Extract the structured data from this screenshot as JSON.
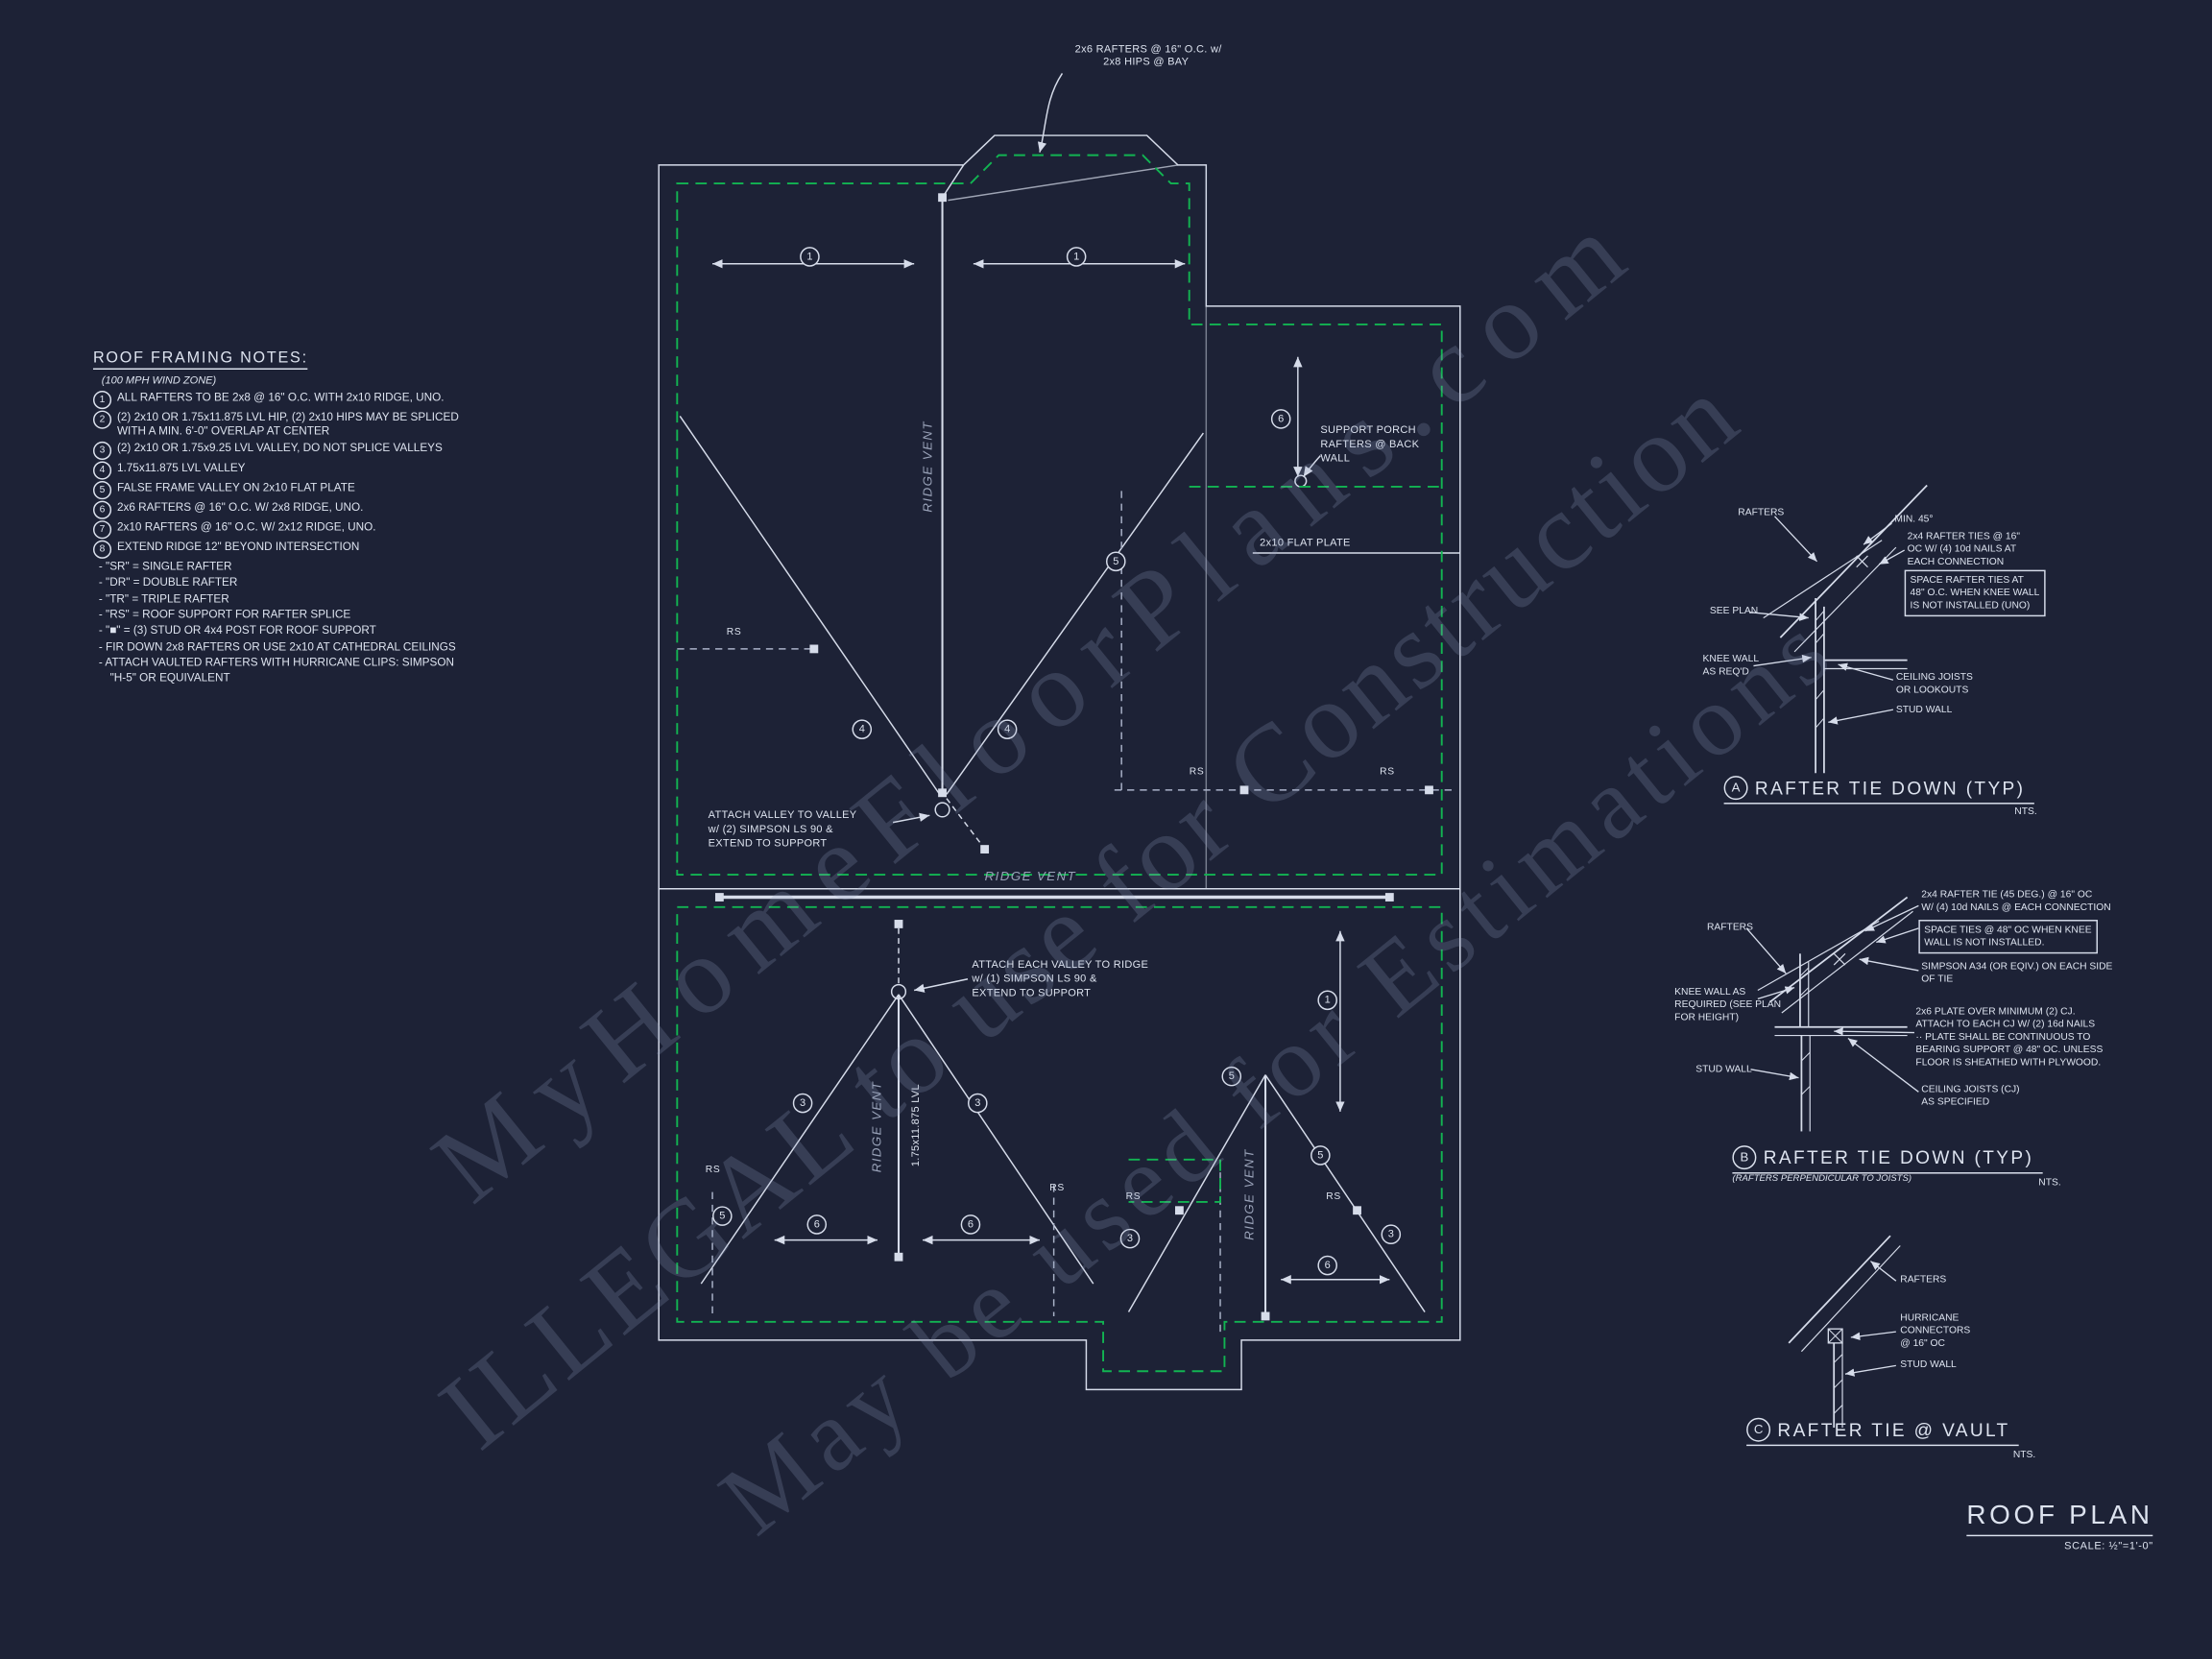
{
  "colors": {
    "background": "#1d2236",
    "line": "#d6dcea",
    "green": "#12b452",
    "text": "#dde3ef",
    "muted": "#99a2b8"
  },
  "watermark": {
    "line1": "MyHomeFloorPlans.com",
    "line2": "ILLEGAL to use for Construction",
    "line3": "May be used for Estimations"
  },
  "notes": {
    "title": "ROOF FRAMING NOTES:",
    "wind_zone": "(100 MPH WIND ZONE)",
    "numbered": [
      {
        "n": "1",
        "text": "ALL RAFTERS TO BE 2x8 @ 16\" O.C. WITH 2x10 RIDGE, UNO."
      },
      {
        "n": "2",
        "text": "(2) 2x10 OR 1.75x11.875 LVL HIP, (2) 2x10 HIPS MAY BE SPLICED WITH A MIN. 6'-0\" OVERLAP AT CENTER"
      },
      {
        "n": "3",
        "text": "(2) 2x10 OR 1.75x9.25 LVL VALLEY, DO NOT SPLICE VALLEYS"
      },
      {
        "n": "4",
        "text": "1.75x11.875 LVL VALLEY"
      },
      {
        "n": "5",
        "text": "FALSE FRAME VALLEY ON 2x10 FLAT PLATE"
      },
      {
        "n": "6",
        "text": "2x6 RAFTERS @ 16\" O.C. W/ 2x8 RIDGE, UNO."
      },
      {
        "n": "7",
        "text": "2x10 RAFTERS @ 16\" O.C. W/ 2x12 RIDGE, UNO."
      },
      {
        "n": "8",
        "text": "EXTEND RIDGE 12\" BEYOND INTERSECTION"
      }
    ],
    "dashed": [
      "- \"SR\" = SINGLE RAFTER",
      "- \"DR\" = DOUBLE RAFTER",
      "- \"TR\" = TRIPLE RAFTER",
      "- \"RS\" = ROOF SUPPORT FOR RAFTER SPLICE",
      "- \"■\" = (3) STUD OR 4x4 POST FOR ROOF SUPPORT",
      "- FIR DOWN 2x8 RAFTERS OR USE 2x10 AT CATHEDRAL CEILINGS",
      "- ATTACH VAULTED RAFTERS WITH HURRICANE CLIPS: SIMPSON \"H-5\" OR EQUIVALENT"
    ]
  },
  "plan": {
    "callout_line1": "2x6 RAFTERS @ 16\" O.C. w/",
    "callout_line2": "2x8 HIPS @ BAY",
    "ridge_vent": "RIDGE VENT",
    "lvl_label": "1.75x11.875 LVL",
    "flat_plate": "2x10 FLAT PLATE",
    "rs": "RS",
    "support_porch": [
      "SUPPORT PORCH",
      "RAFTERS @ BACK",
      "WALL"
    ],
    "valley_to_valley": [
      "ATTACH VALLEY TO VALLEY",
      "w/ (2) SIMPSON LS 90 &",
      "EXTEND TO SUPPORT"
    ],
    "valley_to_ridge": [
      "ATTACH EACH VALLEY TO RIDGE",
      "w/ (1) SIMPSON LS 90 &",
      "EXTEND TO SUPPORT"
    ],
    "markers": [
      "1",
      "1",
      "6",
      "5",
      "4",
      "4",
      "3",
      "3",
      "5",
      "6",
      "6",
      "5",
      "1",
      "3",
      "3",
      "6",
      "5"
    ]
  },
  "details": {
    "a": {
      "letter": "A",
      "title": "RAFTER TIE DOWN (TYP)",
      "nts": "NTS.",
      "rafters": "RAFTERS",
      "min45": "MIN. 45°",
      "ties": [
        "2x4 RAFTER TIES @ 16\"",
        "OC W/ (4) 10d NAILS AT",
        "EACH CONNECTION"
      ],
      "box": [
        "SPACE RAFTER TIES AT",
        "48\" O.C. WHEN KNEE WALL",
        "IS NOT INSTALLED (UNO)"
      ],
      "see_plan": "SEE PLAN",
      "knee_wall": [
        "KNEE WALL",
        "AS REQ'D"
      ],
      "ceiling": [
        "CEILING JOISTS",
        "OR LOOKOUTS"
      ],
      "stud_wall": "STUD WALL"
    },
    "b": {
      "letter": "B",
      "title": "RAFTER TIE DOWN (TYP)",
      "subtitle": "(RAFTERS PERPENDICULAR TO JOISTS)",
      "nts": "NTS.",
      "tie": [
        "2x4 RAFTER TIE (45 DEG.) @ 16\" OC",
        "W/ (4) 10d NAILS @ EACH CONNECTION"
      ],
      "box": [
        "SPACE TIES @ 48\" OC WHEN KNEE",
        "WALL IS NOT INSTALLED."
      ],
      "rafters": "RAFTERS",
      "simpson": [
        "SIMPSON A34 (OR EQIV.) ON EACH SIDE",
        "OF TIE"
      ],
      "knee_wall": [
        "KNEE WALL AS",
        "REQUIRED (SEE PLAN",
        "FOR HEIGHT)"
      ],
      "plate": [
        "2x6 PLATE OVER MINIMUM (2) CJ.",
        "ATTACH TO EACH CJ W/ (2) 16d NAILS",
        "·· PLATE SHALL BE CONTINUOUS TO",
        "BEARING SUPPORT @ 48\" OC. UNLESS",
        "FLOOR IS SHEATHED WITH PLYWOOD."
      ],
      "stud_wall": "STUD WALL",
      "ceiling": [
        "CEILING JOISTS (CJ)",
        "AS SPECIFIED"
      ]
    },
    "c": {
      "letter": "C",
      "title": "RAFTER TIE @ VAULT",
      "nts": "NTS.",
      "rafters": "RAFTERS",
      "hurricane": [
        "HURRICANE",
        "CONNECTORS",
        "@ 16\" OC"
      ],
      "stud_wall": "STUD WALL"
    }
  },
  "titleblock": {
    "title": "ROOF PLAN",
    "scale": "SCALE: ½\"=1'-0\""
  }
}
